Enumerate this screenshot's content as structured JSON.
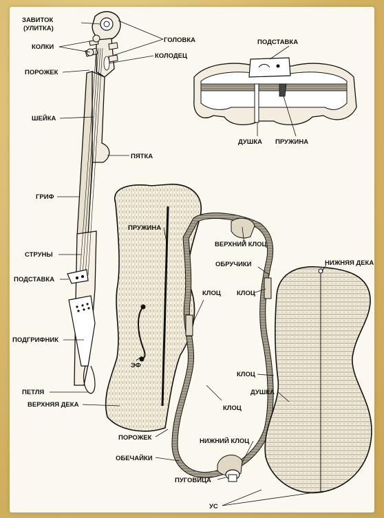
{
  "labels": {
    "scroll": "ЗАВИТОК",
    "scroll_alt": "(УЛИТКА)",
    "pegs": "КОЛКИ",
    "head": "ГОЛОВКА",
    "pegbox": "КОЛОДЕЦ",
    "nut": "ПОРОЖЕК",
    "neck": "ШЕЙКА",
    "heel": "ПЯТКА",
    "fingerboard": "ГРИФ",
    "strings": "СТРУНЫ",
    "bridge": "ПОДСТАВКА",
    "tailpiece": "ПОДГРИФНИК",
    "loop": "ПЕТЛЯ",
    "top_plate": "ВЕРХНЯЯ ДЕКА",
    "bridge_detail": "ПОДСТАВКА",
    "soundpost_detail": "ДУШКА",
    "bassbar_detail": "ПРУЖИНА",
    "bassbar": "ПРУЖИНА",
    "f_hole": "ЭФ",
    "upper_block": "ВЕРХНИЙ КЛОЦ",
    "ribs_hoops": "ОБРУЧИКИ",
    "block_1": "КЛОЦ",
    "block_2": "КЛОЦ",
    "block_3": "КЛОЦ",
    "block_4": "КЛОЦ",
    "back_plate": "НИЖНЯЯ ДЕКА",
    "soundpost": "ДУШКА",
    "lining": "ПОРОЖЕК",
    "ribs": "ОБЕЧАЙКИ",
    "lower_block": "НИЖНИЙ КЛОЦ",
    "end_button": "ПУГОВИЦА",
    "purfling": "УС"
  }
}
